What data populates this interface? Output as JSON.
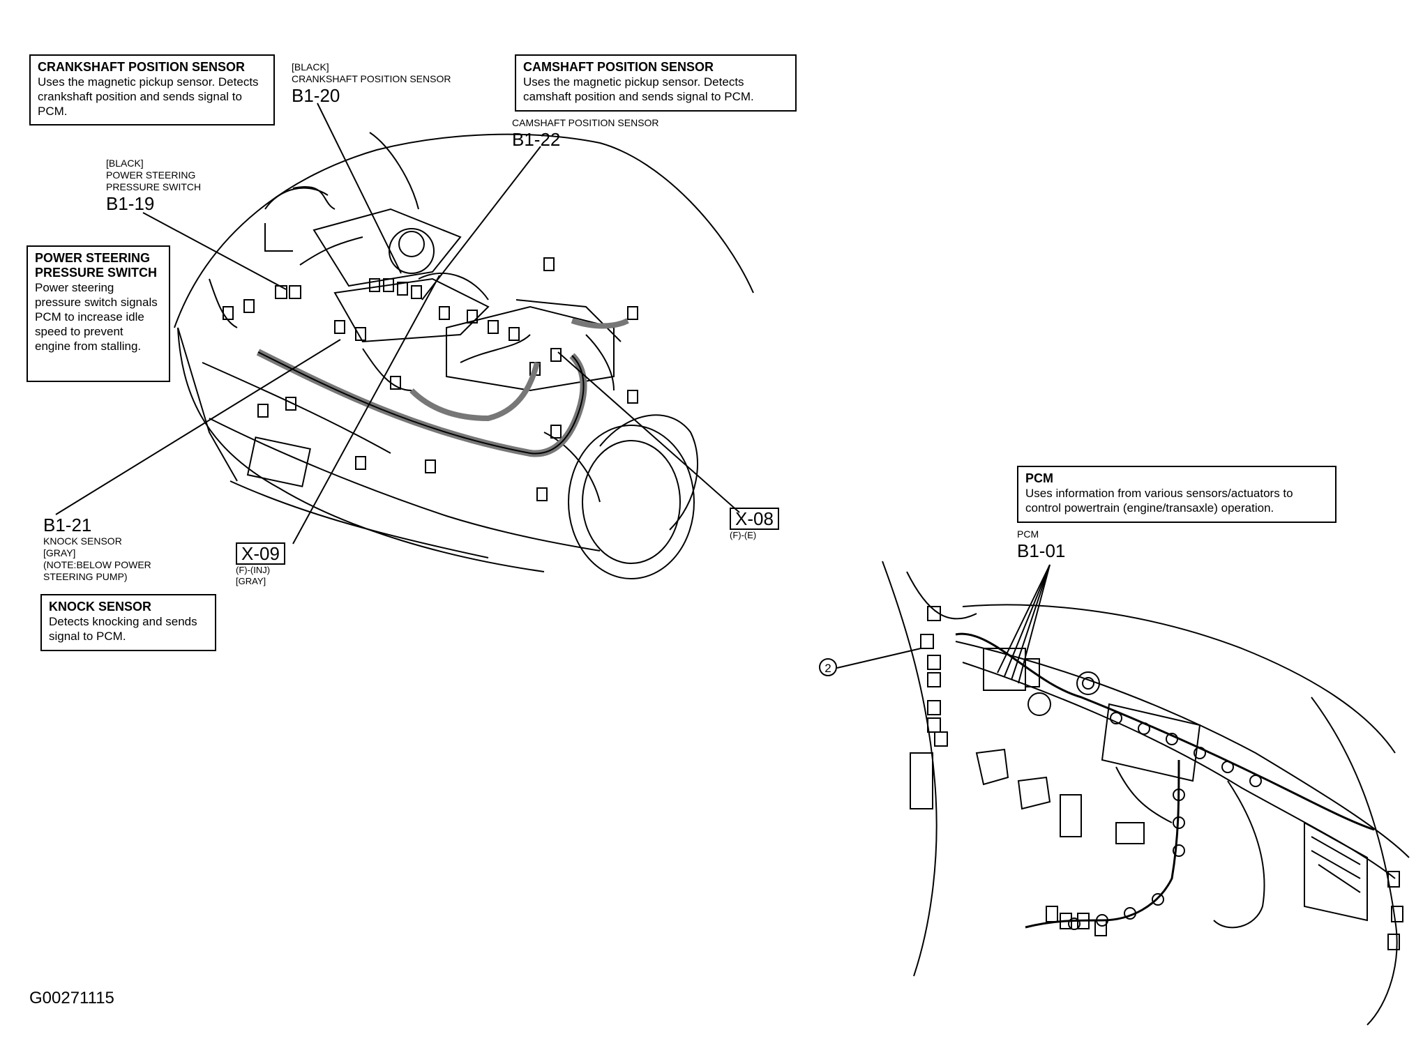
{
  "callouts": {
    "crankshaft": {
      "title": "CRANKSHAFT POSITION SENSOR",
      "text": "Uses the magnetic pickup sensor. Detects crankshaft position and sends signal to PCM."
    },
    "camshaft": {
      "title": "CAMSHAFT POSITION SENSOR",
      "text": "Uses the magnetic pickup sensor. Detects camshaft position and sends signal to PCM."
    },
    "ps_switch": {
      "title": "POWER STEERING PRESSURE SWITCH",
      "text": "Power steering pressure switch signals PCM to increase idle speed to prevent engine from stalling."
    },
    "knock": {
      "title": "KNOCK SENSOR",
      "text": "Detects knocking and sends signal to PCM."
    },
    "pcm": {
      "title": "PCM",
      "text": "Uses information from various sensors/actuators to control powertrain (engine/transaxle) operation."
    }
  },
  "connectors": {
    "b1_20": {
      "color": "[BLACK]",
      "name": "CRANKSHAFT POSITION SENSOR",
      "code": "B1-20"
    },
    "b1_22": {
      "name": "CAMSHAFT POSITION SENSOR",
      "code": "B1-22"
    },
    "b1_19": {
      "color": "[BLACK]",
      "name1": "POWER STEERING",
      "name2": "PRESSURE SWITCH",
      "code": "B1-19"
    },
    "b1_21": {
      "code": "B1-21",
      "name": "KNOCK SENSOR",
      "color": "[GRAY]",
      "note1": "(NOTE:BELOW POWER",
      "note2": "STEERING PUMP)"
    },
    "x_09": {
      "code": "X-09",
      "sub1": "(F)-(INJ)",
      "sub2": "[GRAY]"
    },
    "x_08": {
      "code": "X-08",
      "sub1": "(F)-(E)"
    },
    "b1_01": {
      "name": "PCM",
      "code": "B1-01"
    },
    "ref_2": {
      "label": "2"
    }
  },
  "figure_id": "G00271115"
}
